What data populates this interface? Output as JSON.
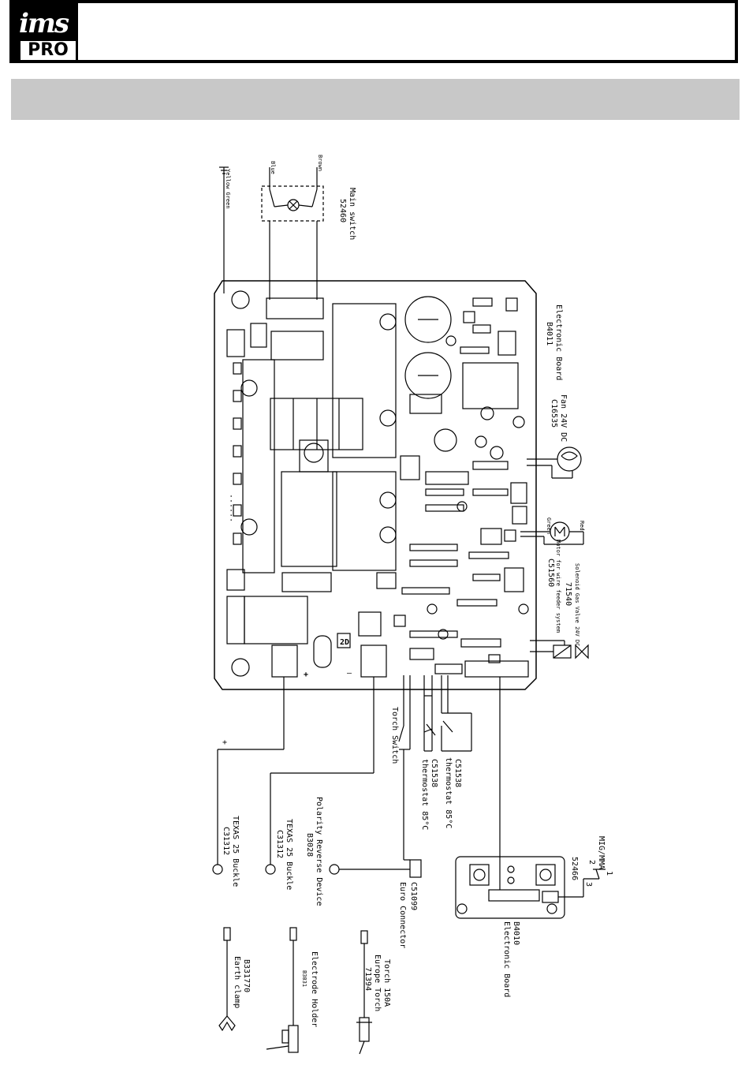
{
  "logo": {
    "top": "ims",
    "bottom": "PRO"
  },
  "wires": {
    "yellow_green": "Yellow Green",
    "blue": "Blue",
    "brown": "Brown"
  },
  "main_switch": {
    "name": "Main switch",
    "code": "52460"
  },
  "board_b4011": {
    "name": "Electronic Board",
    "code": "B4011"
  },
  "fan": {
    "name": "Fan 24V DC",
    "code": "C16535"
  },
  "motor": {
    "red": "Red",
    "green": "Green",
    "name": "Motor for wire feeder system",
    "code": "C51560"
  },
  "gas_valve": {
    "name": "Solenoid Gas Valve 24V DC",
    "code": "71540"
  },
  "torch_switch": "Torch Switch",
  "thermostat_1": {
    "code": "C51538",
    "name": "thermostat 85°C"
  },
  "thermostat_2": {
    "code": "C51538",
    "name": "thermostat 85°C"
  },
  "buckle_1": {
    "name": "TEXAS 25 Buckle",
    "code": "C31312"
  },
  "buckle_2": {
    "name": "TEXAS 25 Buckle",
    "code": "C31312"
  },
  "polarity": {
    "name": "Polarity Reverse Device",
    "code": "B3028"
  },
  "euro": {
    "code": "C51099",
    "name": "Euro Connector"
  },
  "board_b4010": {
    "code": "B4010",
    "name": "Electronic Board"
  },
  "mig_mma": {
    "name": "MIG/MMA",
    "code": "52466",
    "pin1": "1",
    "pin2": "2",
    "pin3": "3"
  },
  "earth_clamp": {
    "code": "B331770",
    "name": "Earth clamp"
  },
  "electrode_holder": {
    "name": "Electrode Holder",
    "code": "B3031"
  },
  "torch": {
    "name": "Torch 150A",
    "sub": "Europe Torch",
    "code": "71394"
  },
  "board_marks": {
    "plus": "+",
    "minus": "—",
    "zd": "2D"
  }
}
